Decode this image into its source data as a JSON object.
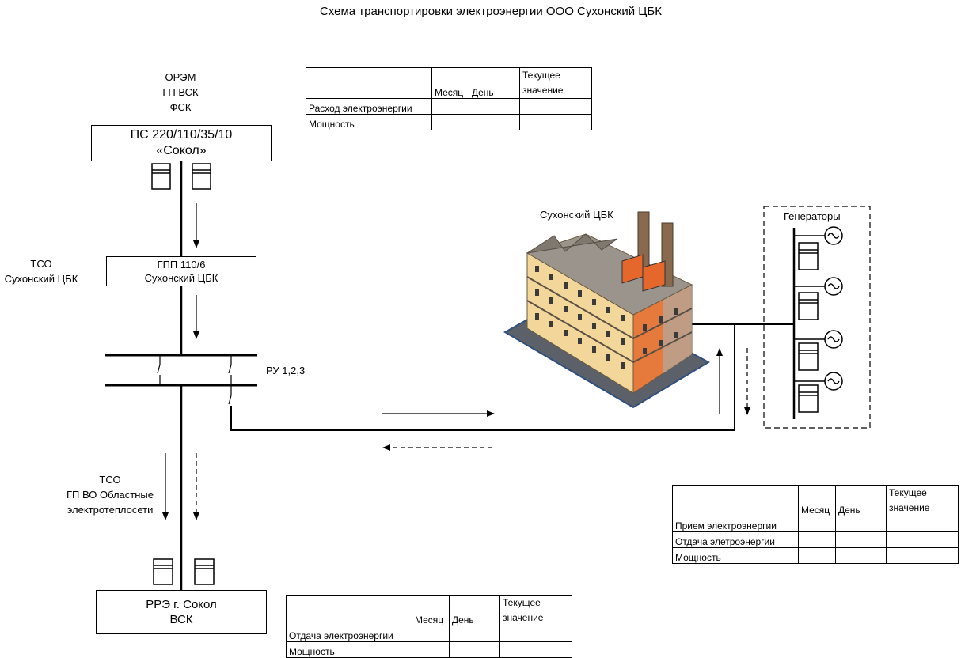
{
  "title": "Схема транспортировки электроэнергии ООО Сухонский ЦБК",
  "top_source": {
    "line1": "ОРЭМ",
    "line2": "ГП ВСК",
    "line3": "ФСК"
  },
  "substation": {
    "line1": "ПС 220/110/35/10",
    "line2": "«Сокол»"
  },
  "gpp": {
    "line1": "ГПП 110/6",
    "line2": "Сухонский ЦБК"
  },
  "tso_left": {
    "line1": "ТСО",
    "line2": "Сухонский ЦБК"
  },
  "ru_label": "РУ 1,2,3",
  "tso_bottom": {
    "line1": "ТСО",
    "line2": "ГП ВО Областные",
    "line3": "электротеплосети"
  },
  "rre": {
    "line1": "РРЭ г. Сокол",
    "line2": "ВСК"
  },
  "plant_label": "Сухонский ЦБК",
  "generators_label": "Генераторы",
  "table_top": {
    "headers": [
      "",
      "Месяц",
      "День",
      "Текущее значение"
    ],
    "rows": [
      {
        "label": "Расход электроэнергии"
      },
      {
        "label": "Мощность"
      }
    ]
  },
  "table_right": {
    "headers": [
      "",
      "Месяц",
      "День",
      "Текущее значение"
    ],
    "rows": [
      {
        "label": "Прием электроэнергии"
      },
      {
        "label": "Отдача элетроэнергии"
      },
      {
        "label": "Мощность"
      }
    ]
  },
  "table_bottom": {
    "headers": [
      "",
      "Месяц",
      "День",
      "Текущее значение"
    ],
    "rows": [
      {
        "label": "Отдача электроэнергии"
      },
      {
        "label": "Мощность"
      }
    ]
  }
}
